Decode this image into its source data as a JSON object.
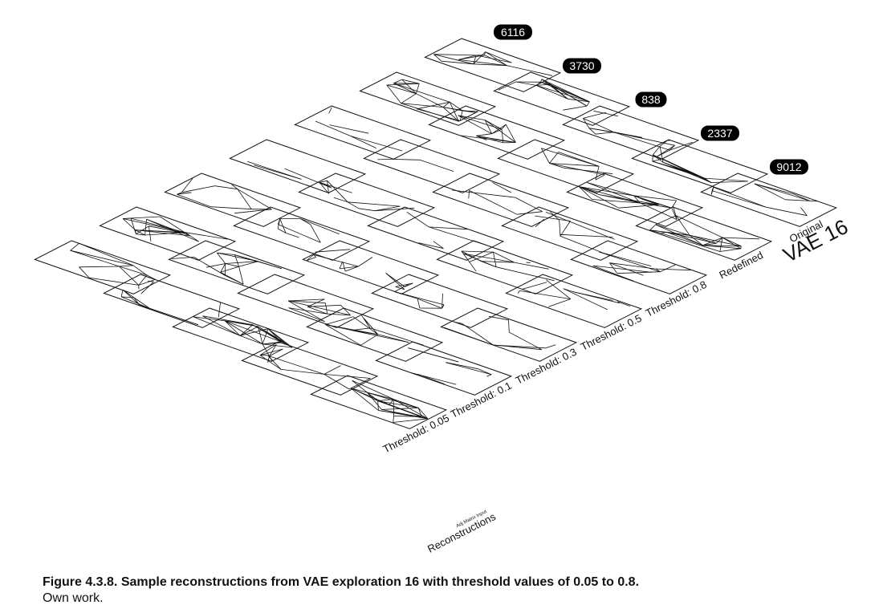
{
  "figure": {
    "title": "VAE 16",
    "ids": [
      "6116",
      "3730",
      "838",
      "2337",
      "9012"
    ],
    "row_labels": [
      "Original",
      "Redefined",
      "Threshold: 0.8",
      "Threshold: 0.5",
      "Threshold: 0.3",
      "Threshold: 0.1",
      "Threshold: 0.05"
    ],
    "adj_label": "Adj Matrix Input",
    "reconstructions_label": "Reconstructions"
  },
  "caption": {
    "title": "Figure 4.3.8. Sample reconstructions from VAE exploration 16 with threshold values of 0.05 to 0.8.",
    "credit": "Own work."
  }
}
